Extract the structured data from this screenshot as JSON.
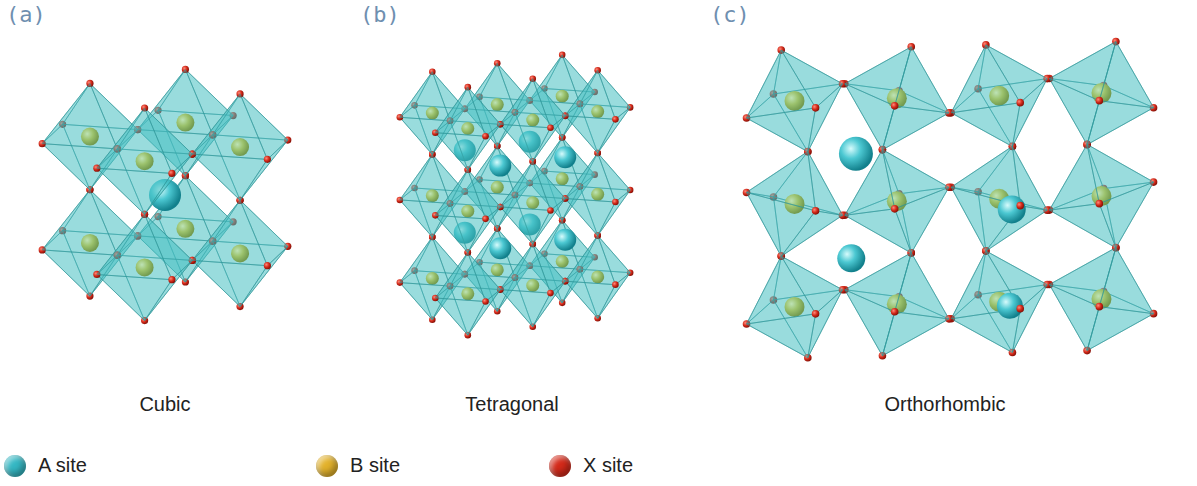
{
  "diagram": {
    "labels": [
      "(a)",
      "(b)",
      "(c)",
      "Cubic",
      "Tetragonal",
      "Orthorhombic"
    ],
    "legend": [
      {
        "text": "A site",
        "color": "#35b8c4"
      },
      {
        "text": "B site",
        "color": "#e3b22c"
      },
      {
        "text": "X site",
        "color": "#d42a1a"
      }
    ]
  }
}
